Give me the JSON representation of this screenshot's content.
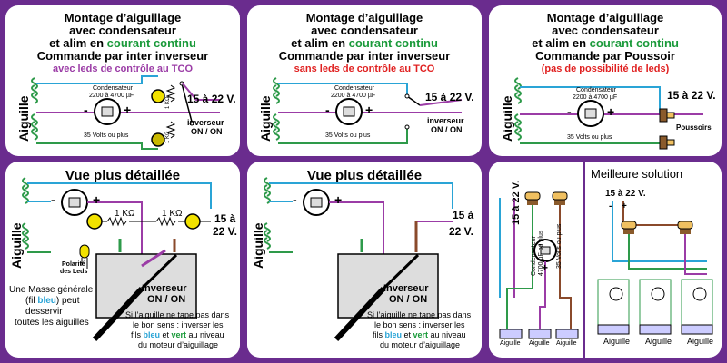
{
  "panel1": {
    "l1": "Montage d’aiguillage",
    "l2": "avec condensateur",
    "l3a": "et alim en ",
    "l3b": "courant continu",
    "l4": "Commande par inter inverseur",
    "l5": "avec leds de contrôle au TCO",
    "aiguille": "Aiguille",
    "cond": "Condensateur",
    "cap": "2200 à 4700 µF",
    "volts": "35 Volts ou plus",
    "res1": "1 KΩ",
    "res2": "1 KΩ",
    "power": "15 à 22 V.",
    "inv1": "inverseur",
    "inv2": "ON / ON",
    "minus": "-",
    "plus": "+"
  },
  "panel2": {
    "l1": "Montage d’aiguillage",
    "l2": "avec condensateur",
    "l3a": "et alim en ",
    "l3b": "courant continu",
    "l4": "Commande par inter inverseur",
    "l5": "sans leds de contrôle au TCO",
    "aiguille": "Aiguille",
    "cond": "Condensateur",
    "cap": "2200 à 4700 µF",
    "volts": "35 Volts ou plus",
    "power": "15 à 22 V.",
    "inv1": "inverseur",
    "inv2": "ON / ON",
    "minus": "-",
    "plus": "+"
  },
  "panel3": {
    "l1": "Montage d’aiguillage",
    "l2": "avec condensateur",
    "l3a": "et alim en ",
    "l3b": "courant continu",
    "l4": "Commande par Poussoir",
    "l5": "(pas de possibilité de leds)",
    "aiguille": "Aiguille",
    "cond": "Condensateur",
    "cap": "2200 à 4700 µF",
    "volts": "35 Volts ou plus",
    "power": "15 à 22 V.",
    "poussoirs": "Poussoirs",
    "minus": "-",
    "plus": "+"
  },
  "panel4": {
    "title": "Vue plus détaillée",
    "aiguille": "Aiguille",
    "res1": "1 KΩ",
    "res2": "1 KΩ",
    "power1": "15 à",
    "power2": "22 V.",
    "pol1": "Polarité",
    "pol2": "des Leds",
    "masse1": "Une Masse générale",
    "masse2a": "(fil ",
    "masse2b": "bleu",
    "masse2c": ") peut",
    "masse3": "desservir",
    "masse4": "toutes les aiguilles",
    "inv1": "Inverseur",
    "inv2": "ON / ON",
    "note1": "Si l’aiguille ne tape pas dans",
    "note2": "le bon sens : inverser les",
    "note3a": "fils ",
    "note3b": "bleu",
    "note3c": " et ",
    "note3d": "vert",
    "note3e": " au niveau",
    "note4": "du moteur d’aiguillage",
    "minus": "-",
    "plus": "+"
  },
  "panel5": {
    "title": "Vue plus détaillée",
    "aiguille": "Aiguille",
    "power1": "15 à",
    "power2": "22 V.",
    "inv1": "Inverseur",
    "inv2": "ON / ON",
    "note1": "Si l’aiguille ne tape pas dans",
    "note2": "le bon sens : inverser les",
    "note3a": "fils ",
    "note3b": "bleu",
    "note3c": " et ",
    "note3d": "vert",
    "note3e": " au niveau",
    "note4": "du moteur d’aiguillage",
    "minus": "-",
    "plus": "+"
  },
  "panel6": {
    "power": "15 à 22 V.",
    "cond": "Condensateur",
    "cap": "4700 µF ou plus",
    "volts": "35 Volts ou plus",
    "aiguilles": [
      "Aiguille",
      "Aiguille",
      "Aiguille"
    ],
    "minus": "-",
    "plus": "+"
  },
  "panel7": {
    "title": "Meilleure solution",
    "power": "15 à 22 V.",
    "aiguilles": [
      "Aiguille",
      "Aiguille",
      "Aiguille"
    ],
    "minus": "-",
    "plus": "+"
  }
}
